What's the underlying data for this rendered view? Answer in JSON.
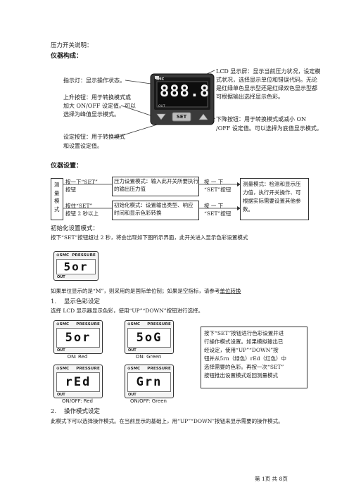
{
  "title": "压力开关说明：",
  "section1": "仪器构成：",
  "callouts": {
    "indicator": "指示灯：显示操作状态。",
    "up_button": [
      "上升按钮：用于转换模式或",
      "加大 ON/OFF 设定值。可以",
      "选择为峰值显示模式。"
    ],
    "set_button": [
      "设定按钮：用于转换模式",
      "和设置设定值。"
    ],
    "lcd": [
      "LCD 显示屏：显示当前压力状况，设定模",
      "式状况，选择显示单位和错误代码。无论",
      "是红绿单色显示型还是红绿双色显示型都",
      "可根据输出选择显示色彩。"
    ],
    "down_button": [
      "下降按钮：用于转换模式或减小 ON",
      "/OFF 设定值。可以选择为底值显示模式。"
    ]
  },
  "device": {
    "digits": "888.8",
    "brand": "SMC",
    "set_label": "SET",
    "out_label": "OUT"
  },
  "section2": "仪器设置：",
  "flow": {
    "measure_label": [
      "测",
      "量",
      "模",
      "式"
    ],
    "row1_left": [
      "按一下“SET”",
      "按钮"
    ],
    "row1_mid": [
      "压力设置模式：输入此开关所要执行",
      "的输出压力值"
    ],
    "row1_right": [
      "按    一    下",
      "“SET”按钮"
    ],
    "row2_left": [
      "按住“SET”",
      "按钮 2 秒以上"
    ],
    "row2_mid": [
      "初始化模式：设置输出类型、响应",
      "时间和显示色彩转换"
    ],
    "row2_right": [
      "按    一    下",
      "“SET”按钮"
    ],
    "result": [
      "测量模式：检测和显示压",
      "力值，执行开关操作、可",
      "根据实际需要设置其他参",
      "数。"
    ]
  },
  "init_title": "初始化设置模式：",
  "init_desc": "按下“SET”按钮超过 2 秒，将会出现如下图所示界面，此开关进入显示色彩设置模式",
  "lcd_sor": {
    "press": "PRESSURE",
    "text": "5or"
  },
  "unit_note_a": "如果单位显示的是“M”，则采用的是国际单位制；如果是空指标，请参考",
  "unit_note_link": "单位转换",
  "step1_num": "1.",
  "step1_title": "显示色彩设定",
  "step1_desc": "选择 LCD 显示器显示色彩，使用“UP”“DOWN”按钮进行选择。",
  "color_panels": [
    {
      "text": "5or",
      "caption": "ON: Red"
    },
    {
      "text": "5oG",
      "caption": "ON: Green"
    },
    {
      "text": "rEd",
      "caption": "ON/OFF: Red"
    },
    {
      "text": "Grn",
      "caption": "ON/OFF: Green"
    }
  ],
  "color_note": [
    "按下“SET”按钮进行色彩设置并进",
    "行操作模式设置。如果模拟输出已",
    "经设定，使用“UP”“DOWN”按",
    "钮并从5rn（绿色）rEd（红色）中",
    "选择需要的色彩。再按一次“SET”",
    "按钮推出设置模式返回测量模式"
  ],
  "step2_num": "2.",
  "step2_title": "操作模式设定",
  "step2_desc": "此模式下可以选择操作模式。在当前显示的基础上，用“UP”“DOWN”按钮来显示需要的操作模式。",
  "footer": "第 1页 共 8页"
}
